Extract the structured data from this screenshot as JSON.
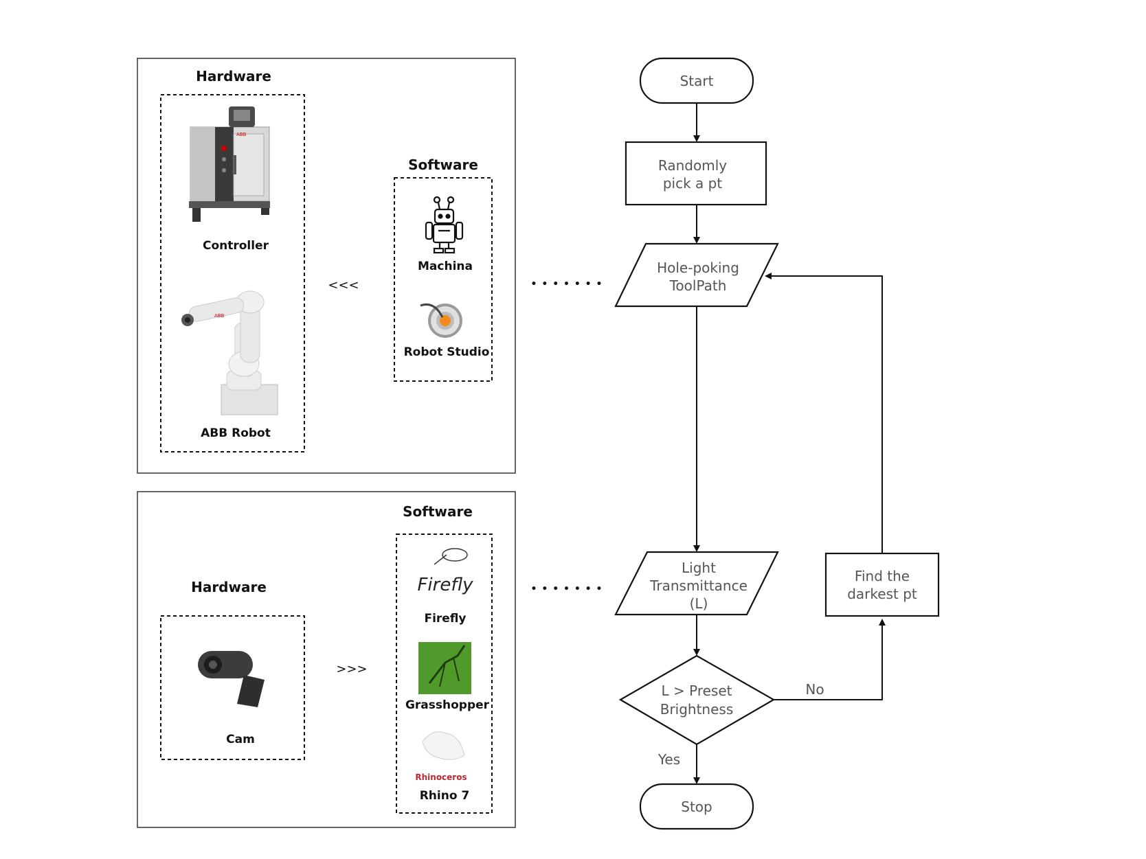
{
  "left_top_panel": {
    "hardware_title": "Hardware",
    "software_title": "Software",
    "hardware_items": [
      "Controller",
      "ABB Robot"
    ],
    "software_items": [
      "Machina",
      "Robot Studio"
    ],
    "direction_arrow": "<<<",
    "controller_brand": "ABB",
    "robot_brand": "ABB"
  },
  "left_bottom_panel": {
    "hardware_title": "Hardware",
    "software_title": "Software",
    "hardware_items": [
      "Cam"
    ],
    "software_items": [
      "Firefly",
      "Grasshopper",
      "Rhino 7"
    ],
    "direction_arrow": ">>>",
    "firefly_logo_text": "Firefly",
    "rhino_logo_text": "Rhinoceros"
  },
  "connector_dots": "• • • • • • •",
  "flowchart": {
    "start": "Start",
    "step1": [
      "Randomly",
      "pick a pt"
    ],
    "step2": [
      "Hole-poking",
      "ToolPath"
    ],
    "step3": [
      "Light",
      "Transmittance",
      "(L)"
    ],
    "decision": [
      "L > Preset",
      "Brightness"
    ],
    "side_step": [
      "Find the",
      "darkest pt"
    ],
    "stop": "Stop",
    "yes_label": "Yes",
    "no_label": "No"
  },
  "colors": {
    "stroke": "#111111",
    "flow_text": "#555555",
    "grasshopper_green": "#4f9a2a",
    "rhino_red": "#c0272d"
  }
}
